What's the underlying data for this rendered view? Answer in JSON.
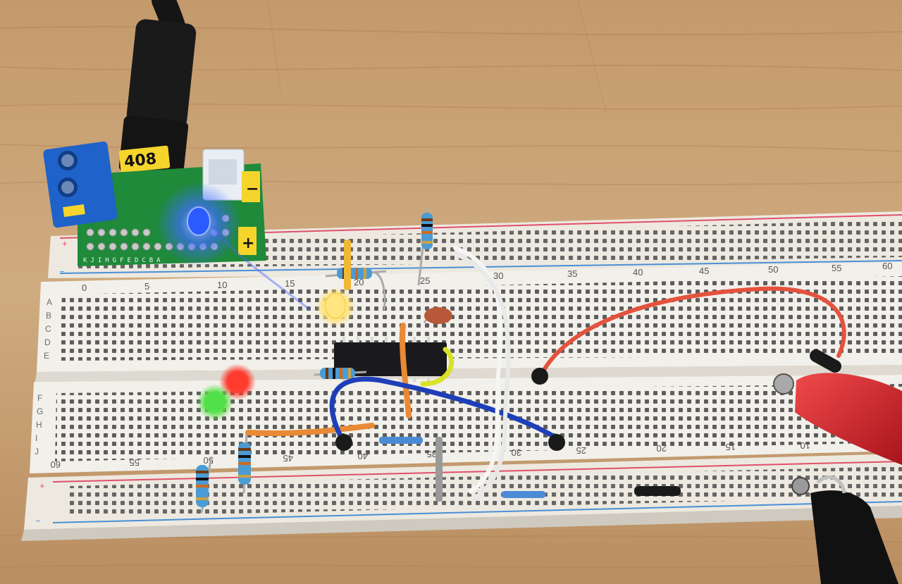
{
  "sticker": {
    "text": "408"
  },
  "pcb": {
    "row_letters": "KJIHGFEDCBA",
    "minus_sign": "−",
    "plus_sign": "+",
    "rail_minus": "−",
    "rail_plus": "+"
  },
  "breadboard": {
    "top_numbers": [
      "0",
      "5",
      "10",
      "15",
      "20",
      "25",
      "30",
      "35",
      "40",
      "45",
      "50",
      "55",
      "60"
    ],
    "bottom_numbers": [
      "60",
      "55",
      "50",
      "45",
      "40",
      "35",
      "30",
      "25",
      "20",
      "15",
      "10"
    ],
    "left_rows_top": [
      "A",
      "B",
      "C",
      "D",
      "E"
    ],
    "left_rows_bottom": [
      "F",
      "G",
      "H",
      "I",
      "J"
    ],
    "rail_plus": "+",
    "rail_minus": "−",
    "bottom_rail_plus": "+",
    "bottom_rail_minus": "−"
  },
  "colors": {
    "wood": "#c9a57a",
    "board": "#f1efe9",
    "rail_red": "#e0506a",
    "rail_blue": "#4a8fd6",
    "pcb_green": "#1f8a3a",
    "terminal_blue": "#1f62c9",
    "led_blue": "#2a5bff",
    "led_yellow": "#ffe680",
    "led_red": "#ff3b2e",
    "led_green": "#52e04a",
    "wire_red": "#e4523e",
    "wire_blue": "#1f3fb8",
    "wire_orange": "#e98a35",
    "clip_red": "#d8202a"
  }
}
